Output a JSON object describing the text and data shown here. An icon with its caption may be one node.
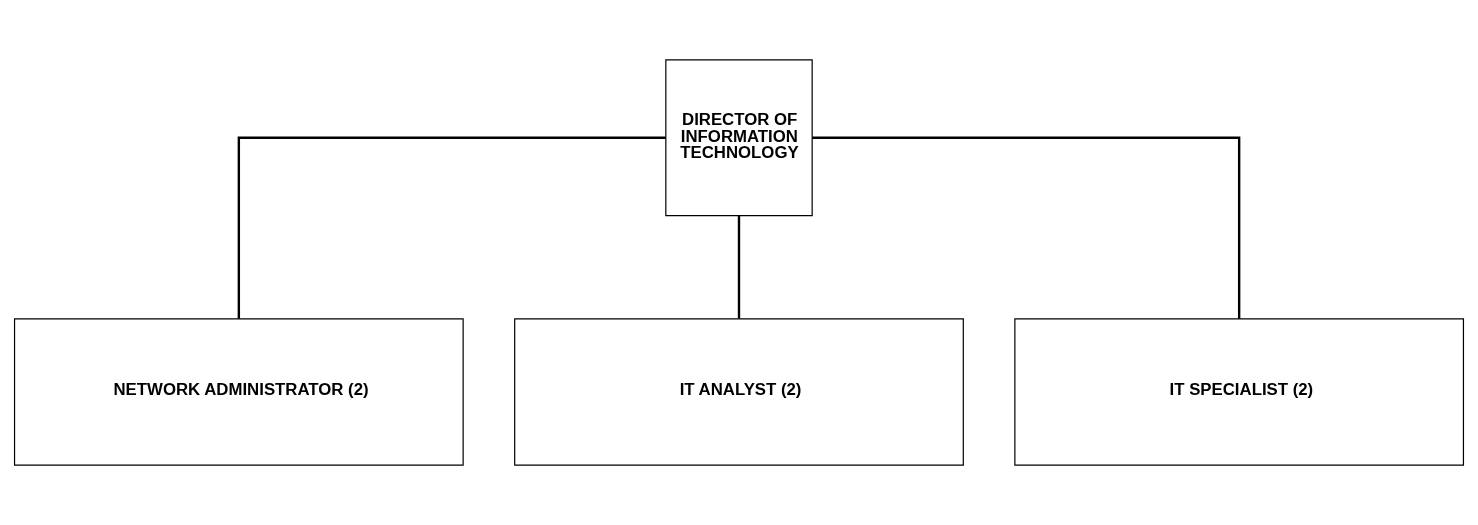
{
  "diagram": {
    "nodes": [
      {
        "text": [
          "DIRECTOR OF INFORMATION TECHNOLOGY"
        ]
      },
      {
        "text": [
          "NETWORK ADMINISTRATOR (2)"
        ]
      },
      {
        "text": [
          "IT ANALYST (2)"
        ]
      },
      {
        "text": [
          "IT SPECIALIST (2)"
        ]
      }
    ],
    "edges": [
      {
        "from": 0,
        "to": 1,
        "arrow": "none"
      },
      {
        "from": 0,
        "to": 2,
        "arrow": "none"
      },
      {
        "from": 0,
        "to": 3,
        "arrow": "none"
      }
    ]
  }
}
